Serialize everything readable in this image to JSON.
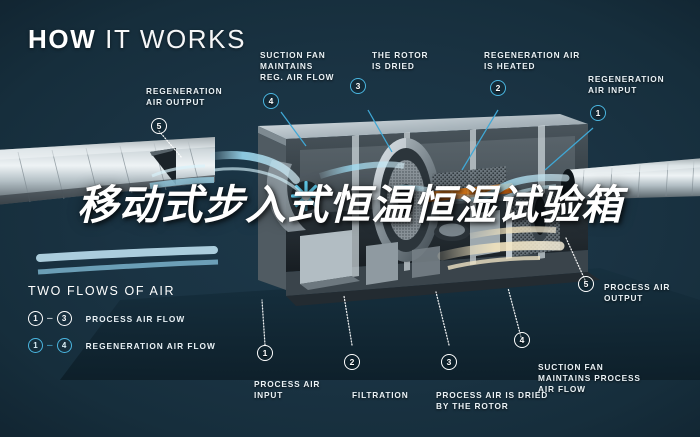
{
  "headline": {
    "bold": "HOW",
    "light": "IT WORKS"
  },
  "overlay_text": "移动式步入式恒温恒湿试验箱",
  "colors": {
    "background": "#16303f",
    "accent_blue": "#4ab6e0",
    "label_white": "#eaf2f6",
    "airflow_cyan": "#7fd4ef",
    "heater_orange": "#e8821f"
  },
  "callouts": [
    {
      "id": "5-left",
      "number": "5",
      "style": "white",
      "label": "REGENERATION\nAIR OUTPUT"
    },
    {
      "id": "4-top",
      "number": "4",
      "style": "blue",
      "label": "SUCTION FAN\nMAINTAINS\nREG. AIR FLOW"
    },
    {
      "id": "3-top",
      "number": "3",
      "style": "blue",
      "label": "THE ROTOR\nIS DRIED"
    },
    {
      "id": "2-top",
      "number": "2",
      "style": "blue",
      "label": "REGENERATION AIR\nIS HEATED"
    },
    {
      "id": "1-right",
      "number": "1",
      "style": "blue",
      "label": "REGENERATION\nAIR INPUT"
    },
    {
      "id": "5-right",
      "number": "5",
      "style": "white",
      "label": "PROCESS AIR\nOUTPUT"
    },
    {
      "id": "4-bottom",
      "number": "4",
      "style": "white",
      "label": "SUCTION FAN\nMAINTAINS PROCESS\nAIR FLOW"
    },
    {
      "id": "1-bottom",
      "number": "1",
      "style": "white",
      "label": "PROCESS AIR\nINPUT"
    },
    {
      "id": "2-bottom",
      "number": "2",
      "style": "white",
      "label": "FILTRATION"
    },
    {
      "id": "3-bottom",
      "number": "3",
      "style": "white",
      "label": "PROCESS AIR IS DRIED\nBY THE ROTOR"
    }
  ],
  "legend": {
    "title": "TWO FLOWS OF AIR",
    "rows": [
      {
        "from": "1",
        "to": "3",
        "dash": "–",
        "style": "white",
        "text": "PROCESS AIR FLOW"
      },
      {
        "from": "1",
        "to": "4",
        "dash": "–",
        "style": "blue",
        "text": "REGENERATION AIR FLOW"
      }
    ]
  }
}
